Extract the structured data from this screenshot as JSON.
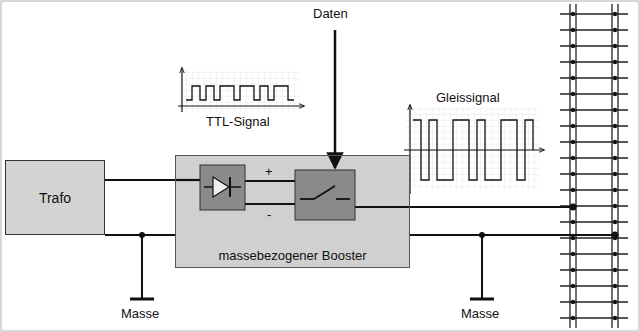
{
  "diagram": {
    "nodes": [
      {
        "text": [
          "Trafo"
        ]
      },
      {
        "text": [
          "massebezogener Booster"
        ]
      }
    ],
    "edges": [
      {
        "from": 0,
        "to": 1,
        "arrow": "none"
      }
    ],
    "labels": [
      "Daten",
      "TTL-Signal",
      "Gleissignal",
      "+",
      "-",
      "Masse",
      "Masse"
    ]
  }
}
